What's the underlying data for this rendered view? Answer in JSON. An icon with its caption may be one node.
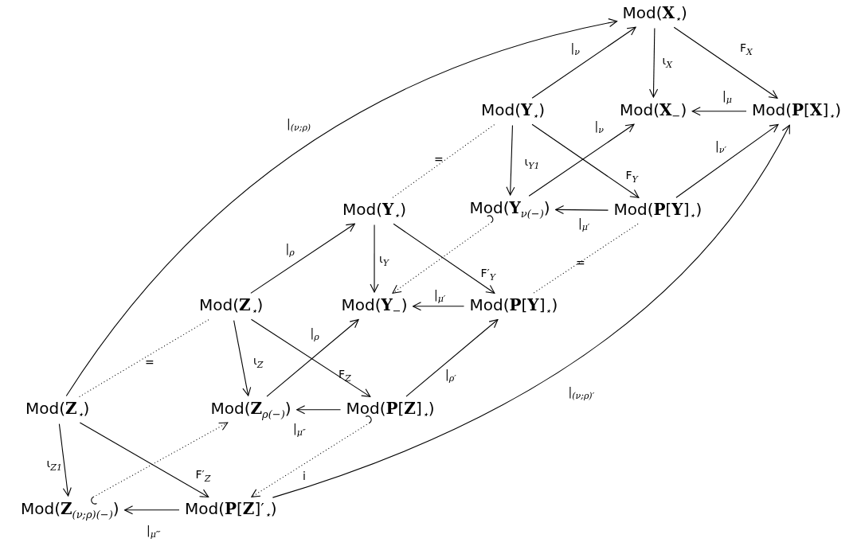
{
  "diagram": {
    "nodes": [
      {
        "text": [
          "Mod(**X**$_{⋆}$)"
        ]
      },
      {
        "text": [
          "Mod(**Y**$_{⋆}$)"
        ]
      },
      {
        "text": [
          "Mod(**X**$_{−}$)"
        ]
      },
      {
        "text": [
          "Mod(**P**[**X**]$_{⋆}$)"
        ]
      },
      {
        "text": [
          "Mod(**Y**$_{⋆}$)"
        ]
      },
      {
        "text": [
          "Mod(**Y**$_{ν(−)}$)"
        ]
      },
      {
        "text": [
          "Mod(**P**[**Y**]$_{⋆}$)"
        ]
      },
      {
        "text": [
          "Mod(**Z**$_{⋆}$)"
        ]
      },
      {
        "text": [
          "Mod(**Y**$_{−}$)"
        ]
      },
      {
        "text": [
          "Mod(**P**[**Y**]$_{⋆}$)"
        ]
      },
      {
        "text": [
          "Mod(**Z**$_{⋆}$)"
        ]
      },
      {
        "text": [
          "Mod(**Z**$_{ρ(−)}$)"
        ]
      },
      {
        "text": [
          "Mod(**P**[**Z**]$_{⋆}$)"
        ]
      },
      {
        "text": [
          "Mod(**Z**$_{(ν;ρ)(−)}$)"
        ]
      },
      {
        "text": [
          "Mod(**P**[**Z**]′$_{⋆}$)"
        ]
      }
    ],
    "edges": [
      {
        "from": 1,
        "to": 0,
        "arrow": "to",
        "label": "|$_{ν}$"
      },
      {
        "from": 0,
        "to": 2,
        "arrow": "to",
        "label": "ι$_{X}$"
      },
      {
        "from": 0,
        "to": 3,
        "arrow": "to",
        "label": "F$_{X}$"
      },
      {
        "from": 3,
        "to": 2,
        "arrow": "to",
        "label": "|$_{μ}$"
      },
      {
        "from": 1,
        "to": 5,
        "arrow": "to",
        "label": "ι$_{Y1}$"
      },
      {
        "from": 1,
        "to": 6,
        "arrow": "to",
        "label": "F$_{Y}$"
      },
      {
        "from": 5,
        "to": 2,
        "arrow": "to",
        "label": "|$_{ν}$"
      },
      {
        "from": 6,
        "to": 3,
        "arrow": "to",
        "label": "|$_{ν′}$"
      },
      {
        "from": 6,
        "to": 5,
        "arrow": "to",
        "label": "|$_{μ′}$"
      },
      {
        "from": 4,
        "to": 1,
        "arrow": "none",
        "label": "=",
        "style": "dashed"
      },
      {
        "from": 4,
        "to": 8,
        "arrow": "to",
        "label": "ι$_{Y}$"
      },
      {
        "from": 4,
        "to": 9,
        "arrow": "to",
        "label": "F′$_{Y}$"
      },
      {
        "from": 9,
        "to": 8,
        "arrow": "to",
        "label": "|$_{μ′}$"
      },
      {
        "from": 5,
        "to": 8,
        "arrow": "to",
        "style": "dashed"
      },
      {
        "from": 6,
        "to": 9,
        "arrow": "none",
        "label": "=",
        "style": "dashed"
      },
      {
        "from": 7,
        "to": 4,
        "arrow": "to",
        "label": "|$_{ρ}$"
      },
      {
        "from": 7,
        "to": 11,
        "arrow": "to",
        "label": "ι$_{Z}$"
      },
      {
        "from": 7,
        "to": 12,
        "arrow": "to",
        "label": "F$_{Z}$"
      },
      {
        "from": 11,
        "to": 8,
        "arrow": "to",
        "label": "|$_{ρ}$"
      },
      {
        "from": 12,
        "to": 9,
        "arrow": "to",
        "label": "|$_{ρ′}$"
      },
      {
        "from": 12,
        "to": 11,
        "arrow": "to",
        "label": "|$_{μ″}$"
      },
      {
        "from": 10,
        "to": 7,
        "arrow": "none",
        "label": "=",
        "style": "dashed"
      },
      {
        "from": 10,
        "to": 0,
        "arrow": "to",
        "label": "|$_{(ν;ρ)}$"
      },
      {
        "from": 10,
        "to": 13,
        "arrow": "to",
        "label": "ι$_{Z1}$"
      },
      {
        "from": 10,
        "to": 14,
        "arrow": "to",
        "label": "F′$_{Z}$"
      },
      {
        "from": 14,
        "to": 13,
        "arrow": "to",
        "label": "|$_{μ‴}$"
      },
      {
        "from": 13,
        "to": 11,
        "arrow": "to",
        "style": "dashed"
      },
      {
        "from": 12,
        "to": 14,
        "arrow": "to",
        "label": "i",
        "style": "dashed"
      },
      {
        "from": 14,
        "to": 3,
        "arrow": "to",
        "label": "|$_{(ν;ρ)′}$"
      }
    ]
  }
}
